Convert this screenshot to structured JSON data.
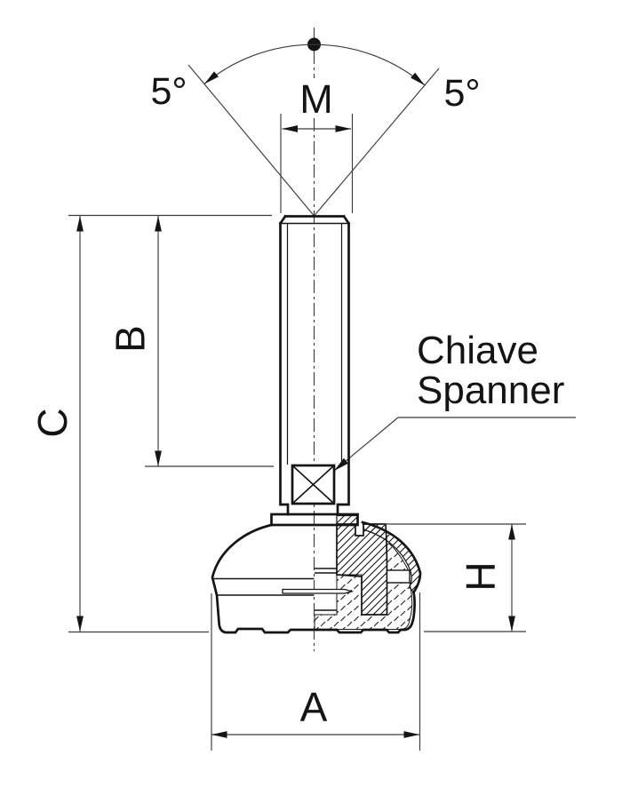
{
  "labels": {
    "angle_left": "5°",
    "angle_right": "5°",
    "thread": "M",
    "dim_b": "B",
    "dim_c": "C",
    "dim_h": "H",
    "dim_a": "A",
    "callout_line1": "Chiave",
    "callout_line2": "Spanner"
  },
  "colors": {
    "line_primary": "#141414",
    "line_secondary": "#3c3c3c",
    "background": "#ffffff"
  }
}
